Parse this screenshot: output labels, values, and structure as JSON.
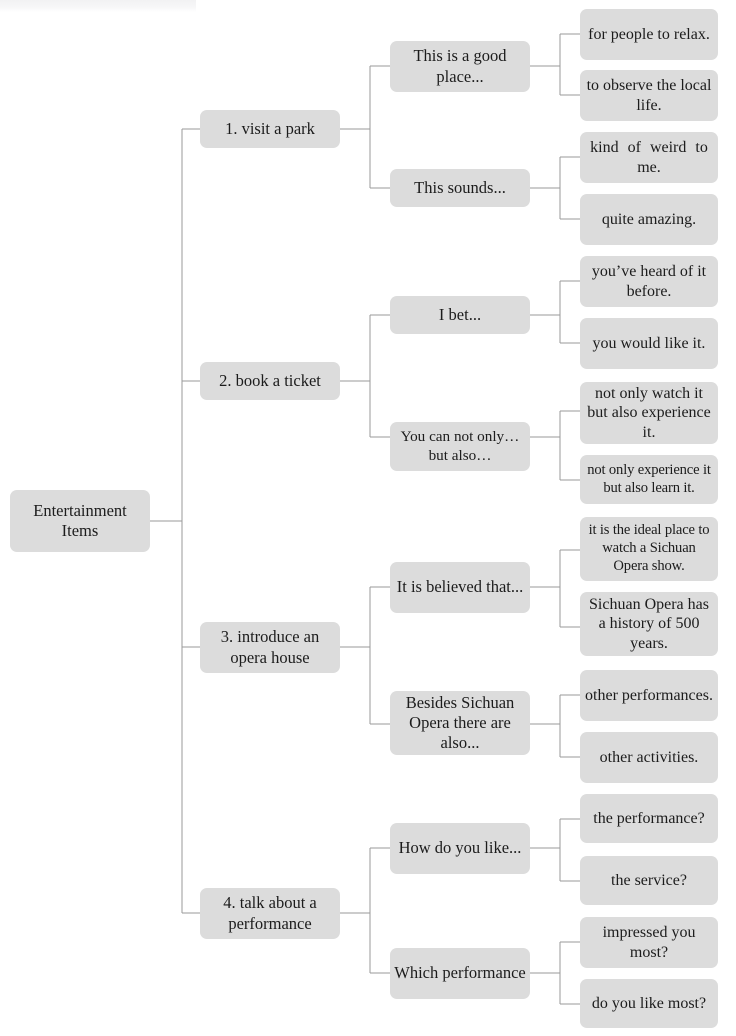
{
  "diagram": {
    "type": "mind-map",
    "title": "Entertainment Items",
    "root": {
      "label": "Entertainment Items"
    },
    "colors": {
      "node_fill": "#dcdcdc",
      "connector": "#9a9a9a",
      "text": "#1c1c1c",
      "background": "#ffffff"
    },
    "branches": [
      {
        "label": "1. visit a park",
        "children": [
          {
            "label": "This is a good place...",
            "leaves": [
              {
                "label": "for people to relax."
              },
              {
                "label": "to observe the local life."
              }
            ]
          },
          {
            "label": "This sounds...",
            "leaves": [
              {
                "label": "kind of weird to me."
              },
              {
                "label": "quite amazing."
              }
            ]
          }
        ]
      },
      {
        "label": "2. book a ticket",
        "children": [
          {
            "label": "I bet...",
            "leaves": [
              {
                "label": "you’ve heard of it before."
              },
              {
                "label": "you would like it."
              }
            ]
          },
          {
            "label": "You can not only… but also…",
            "leaves": [
              {
                "label": "not only watch it but also experience it."
              },
              {
                "label": "not only experience it but also learn it."
              }
            ]
          }
        ]
      },
      {
        "label": "3. introduce an opera house",
        "children": [
          {
            "label": "It is believed that...",
            "leaves": [
              {
                "label": "it is the ideal place to watch a Sichuan Opera show."
              },
              {
                "label": "Sichuan Opera has a history of 500 years."
              }
            ]
          },
          {
            "label": "Besides Sichuan Opera there are also...",
            "leaves": [
              {
                "label": "other performances."
              },
              {
                "label": "other activities."
              }
            ]
          }
        ]
      },
      {
        "label": "4. talk about a performance",
        "children": [
          {
            "label": "How do you like...",
            "leaves": [
              {
                "label": "the performance?"
              },
              {
                "label": "the service?"
              }
            ]
          },
          {
            "label": "Which performance",
            "leaves": [
              {
                "label": "impressed you most?"
              },
              {
                "label": "do you like most?"
              }
            ]
          }
        ]
      }
    ]
  }
}
